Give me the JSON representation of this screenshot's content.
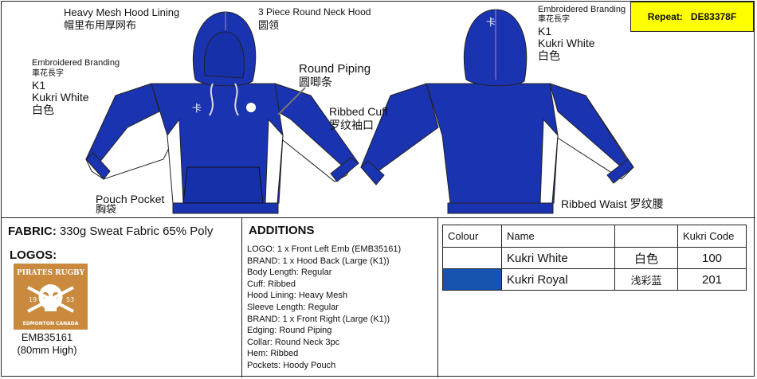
{
  "repeat": {
    "label": "Repeat:",
    "code": "DE83378F"
  },
  "front_callouts": {
    "hood_lining_en": "Heavy Mesh Hood Lining",
    "hood_lining_cn": "帽里布用厚网布",
    "hood_en": "3 Piece Round Neck Hood",
    "hood_cn": "圆领",
    "branding_en": "Embroidered Branding",
    "branding_cn1": "車花長字",
    "branding_k1": "K1",
    "branding_colour": "Kukri White",
    "branding_cn2": "白色",
    "piping_en": "Round Piping",
    "piping_cn": "圆唧条",
    "cuff_en": "Ribbed Cuff",
    "cuff_cn": "罗纹袖口",
    "pouch_en": "Pouch Pocket",
    "pouch_cn": "胸袋"
  },
  "back_callouts": {
    "branding_en": "Embroidered Branding",
    "branding_cn1": "車花長字",
    "branding_k1": "K1",
    "branding_colour": "Kukri White",
    "branding_cn2": "白色",
    "waist": "Ribbed Waist 罗纹腰"
  },
  "fabric": {
    "label": "FABRIC:",
    "value": "330g Sweat Fabric 65% Poly"
  },
  "logos": {
    "title": "LOGOS:",
    "text_top": "PIRATES RUGBY",
    "year_left": "19",
    "year_right": "53",
    "text_bottom": "EDMONTON CANADA",
    "code": "EMB35161",
    "size": "(80mm High)"
  },
  "additions": {
    "title": "ADDITIONS",
    "items": [
      "LOGO: 1 x Front Left Emb (EMB35161)",
      "BRAND: 1 x Hood Back (Large (K1))",
      "Body Length: Regular",
      "Cuff: Ribbed",
      "Hood Lining: Heavy Mesh",
      "Sleeve Length: Regular",
      "BRAND: 1 x Front Right (Large (K1))",
      "Edging: Round Piping",
      "Collar: Round Neck 3pc",
      "Hem: Ribbed",
      "Pockets: Hoody Pouch"
    ]
  },
  "colour_table": {
    "headers": [
      "Colour",
      "Name",
      "",
      "Kukri Code"
    ],
    "rows": [
      {
        "swatch": "#ffffff",
        "name": "Kukri White",
        "cn": "白色",
        "code": "100"
      },
      {
        "swatch": "#1553b0",
        "name": "Kukri Royal",
        "cn": "浅彩蓝",
        "code": "201"
      }
    ]
  },
  "colors": {
    "royal": "#1a33b0",
    "repeat_bg": "#ffff00",
    "logo_bg": "#c98a3d"
  }
}
